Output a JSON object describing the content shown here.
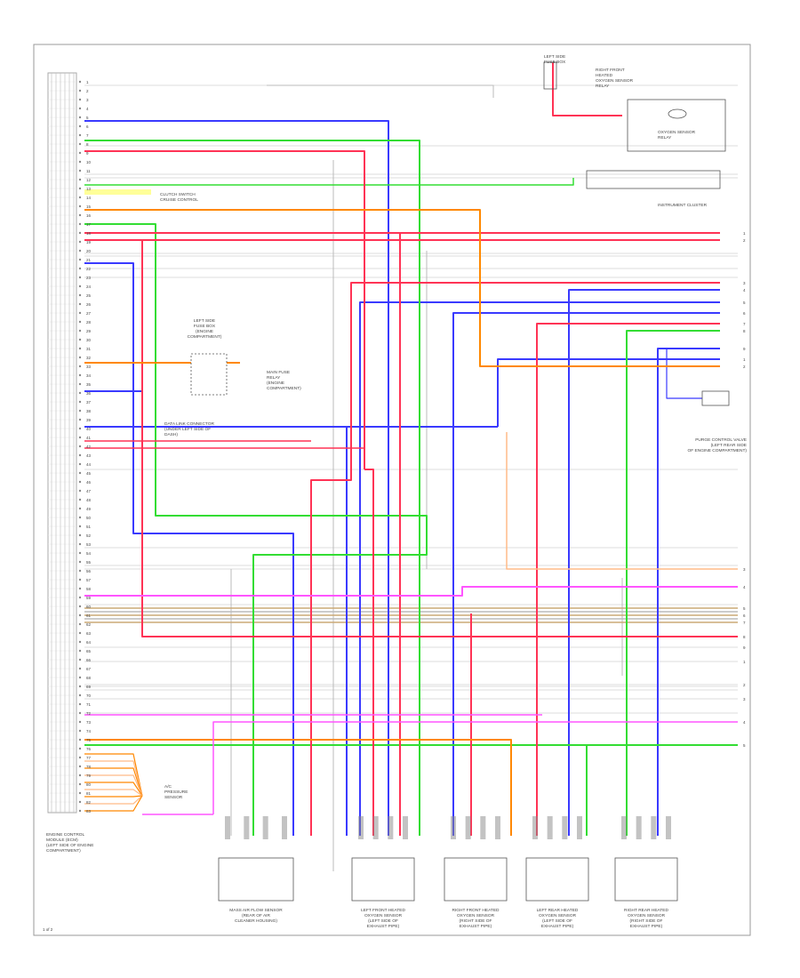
{
  "diagram": {
    "footer_code": "1 of 2",
    "colors": {
      "blue": "#3a3aff",
      "green": "#33dd33",
      "red": "#ff3355",
      "orange": "#ff8800",
      "pink": "#ff55ff",
      "light_orange": "#ffbb88",
      "brown_tan": "#ccaa77",
      "gray": "#bbbbbb",
      "light_gray": "#dddddd",
      "dark": "#555555",
      "yellow": "#ffff99"
    },
    "labels": {
      "ecm": [
        "ENGINE CONTROL",
        "MODULE (ECM)",
        "(LEFT SIDE OF ENGINE",
        "COMPARTMENT)"
      ],
      "top_fuse": [
        "LEFT SIDE",
        "FUSE BOX"
      ],
      "top_relay": [
        "RIGHT FRONT",
        "HEATED",
        "OXYGEN SENSOR",
        "RELAY"
      ],
      "o2_relay": [
        "OXYGEN SENSOR",
        "RELAY"
      ],
      "instrument": [
        "INSTRUMENT CLUSTER"
      ],
      "cruise_note": [
        "CLUTCH SWITCH",
        "CRUISE CONTROL"
      ],
      "left_fuse": [
        "LEFT SIDE",
        "FUSE BOX",
        "(ENGINE",
        "COMPARTMENT)"
      ],
      "relay_note": [
        "MAIN FUSE",
        "RELAY",
        "(ENGINE",
        "COMPARTMENT)"
      ],
      "ground_note": [
        "DATA LINK CONNECTOR",
        "(UNDER LEFT SIDE OF",
        "DASH)"
      ],
      "purge": [
        "PURGE CONTROL VALVE",
        "(LEFT REAR SIDE",
        "OF ENGINE COMPARTMENT)"
      ],
      "sensor_note": [
        "A/C",
        "PRESSURE",
        "SENSOR"
      ],
      "boxes": [
        [
          "MASS AIR FLOW SENSOR",
          "(REAR OF AIR",
          "CLEANER HOUSING)"
        ],
        [
          "LEFT FRONT HEATED",
          "OXYGEN SENSOR",
          "(LEFT SIDE OF",
          "EXHAUST PIPE)"
        ],
        [
          "RIGHT FRONT HEATED",
          "OXYGEN SENSOR",
          "(RIGHT SIDE OF",
          "EXHAUST PIPE)"
        ],
        [
          "LEFT REAR HEATED",
          "OXYGEN SENSOR",
          "(LEFT SIDE OF",
          "EXHAUST PIPE)"
        ],
        [
          "RIGHT REAR HEATED",
          "OXYGEN SENSOR",
          "(RIGHT SIDE OF",
          "EXHAUST PIPE)"
        ]
      ]
    }
  }
}
